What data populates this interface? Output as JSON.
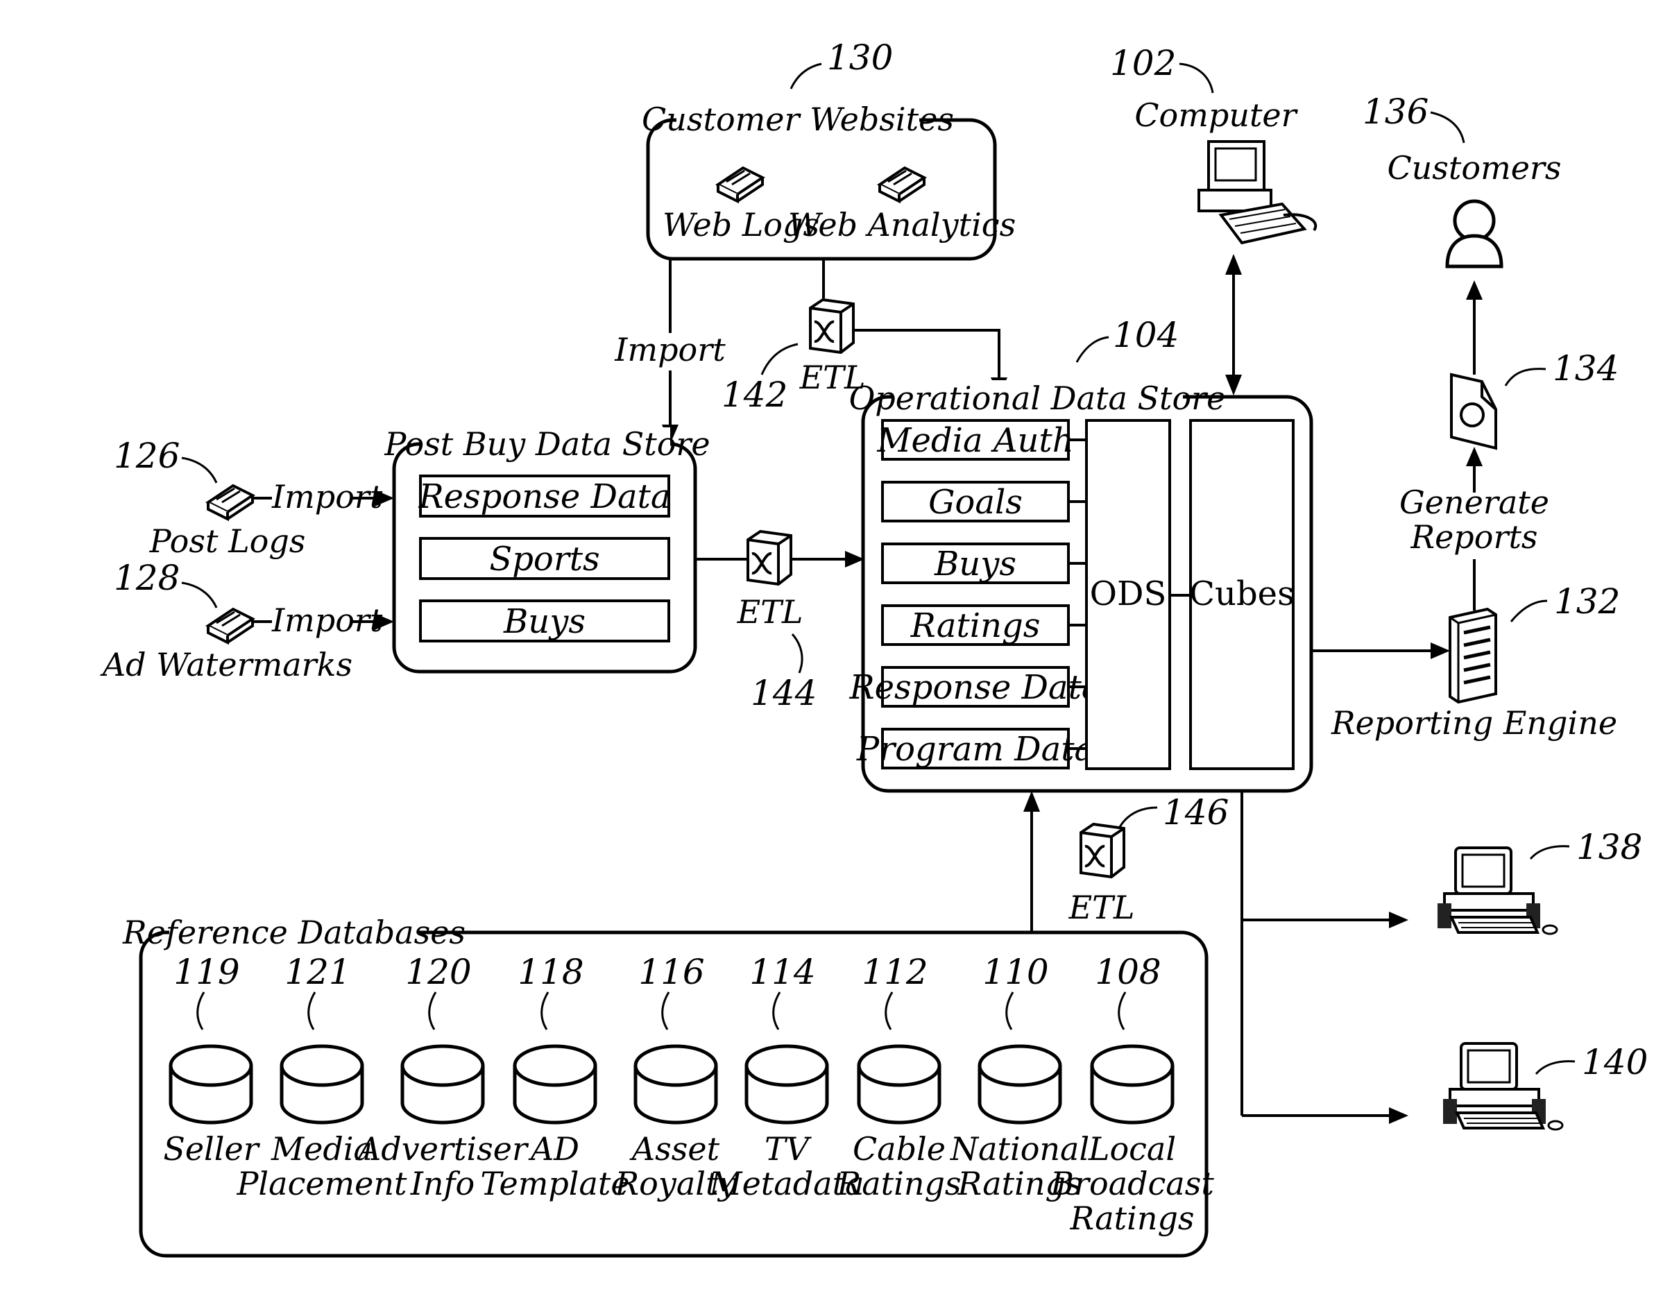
{
  "groups": {
    "customer_websites": "Customer Websites",
    "post_buy": "Post Buy Data Store",
    "ods_store": "Operational Data Store",
    "reference": "Reference Databases"
  },
  "customer_websites": {
    "web_logs": "Web Logs",
    "web_analytics": "Web Analytics"
  },
  "post_buy_items": [
    "Response Data",
    "Sports",
    "Buys"
  ],
  "ods_items": [
    "Media Auth",
    "Goals",
    "Buys",
    "Ratings",
    "Response Data",
    "Program Data"
  ],
  "ods_block": {
    "ods": "ODS",
    "cubes": "Cubes"
  },
  "sources": {
    "post_logs": "Post Logs",
    "ad_watermarks": "Ad Watermarks",
    "import": "Import"
  },
  "flow": {
    "import": "Import",
    "etl": "ETL",
    "generate": "Generate",
    "reports": "Reports"
  },
  "nodes": {
    "computer": "Computer",
    "customers": "Customers",
    "reporting_engine": "Reporting Engine"
  },
  "refs": {
    "r130": "130",
    "r102": "102",
    "r136": "136",
    "r142": "142",
    "r104": "104",
    "r134": "134",
    "r126": "126",
    "r128": "128",
    "r144": "144",
    "r132": "132",
    "r146": "146",
    "r138": "138",
    "r140": "140"
  },
  "databases": [
    {
      "ref": "119",
      "l1": "Seller",
      "l2": "",
      "l3": ""
    },
    {
      "ref": "121",
      "l1": "Media",
      "l2": "Placement",
      "l3": ""
    },
    {
      "ref": "120",
      "l1": "Advertiser",
      "l2": "Info",
      "l3": ""
    },
    {
      "ref": "118",
      "l1": "AD",
      "l2": "Template",
      "l3": ""
    },
    {
      "ref": "116",
      "l1": "Asset",
      "l2": "Royalty",
      "l3": ""
    },
    {
      "ref": "114",
      "l1": "TV",
      "l2": "Metadata",
      "l3": ""
    },
    {
      "ref": "112",
      "l1": "Cable",
      "l2": "Ratings",
      "l3": ""
    },
    {
      "ref": "110",
      "l1": "National",
      "l2": "Ratings",
      "l3": ""
    },
    {
      "ref": "108",
      "l1": "Local",
      "l2": "Broadcast",
      "l3": "Ratings"
    }
  ],
  "icons": {
    "disk": "document-tray-icon",
    "etl": "etl-transform-icon",
    "computer": "desktop-computer-icon",
    "customer": "person-icon",
    "report": "report-folder-icon",
    "server": "server-tower-icon"
  }
}
